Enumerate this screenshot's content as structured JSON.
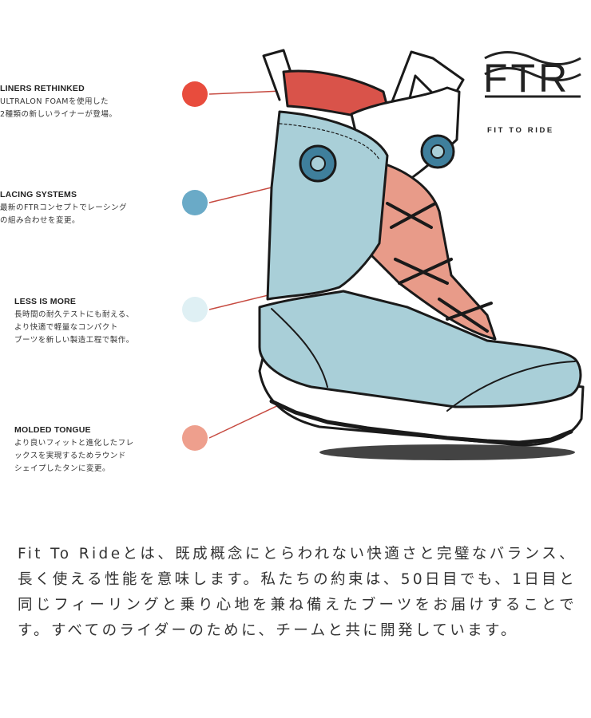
{
  "features": [
    {
      "title": "LINERS RETHINKED",
      "desc": "ULTRALON FOAMを使用した\n2種類の新しいライナーが登場。",
      "color": "#e84c3d"
    },
    {
      "title": "LACING SYSTEMS",
      "desc": "最新のFTRコンセプトでレーシング\nの組み合わせを変更。",
      "color": "#6aaac7"
    },
    {
      "title": "LESS IS MORE",
      "desc": "長時間の耐久テストにも耐える、\nより快適で軽量なコンパクト\nブーツを新しい製造工程で製作。",
      "color": "#dff0f4"
    },
    {
      "title": "MOLDED TONGUE",
      "desc": "より良いフィットと進化したフレ\nックスを実現するためラウンド\nシェイプしたタンに変更。",
      "color": "#ee9f8d"
    }
  ],
  "logo": {
    "letters": "FTR",
    "tagline": "FIT TO RIDE"
  },
  "description": "Fit To Rideとは、既成概念にとらわれない快適さと完璧なバランス、長く使える性能を意味します。私たちの約束は、50日目でも、1日目と同じフィーリングと乗り心地を兼ね備えたブーツをお届けすることです。すべてのライダーのために、チームと共に開発しています。",
  "colors": {
    "liner_red": "#d9534a",
    "shell_blue": "#a9cfd8",
    "tongue_salmon": "#e89b89",
    "dial_blue": "#3f7f9c",
    "outline": "#1a1a1a",
    "leader_line": "#c64a40"
  }
}
